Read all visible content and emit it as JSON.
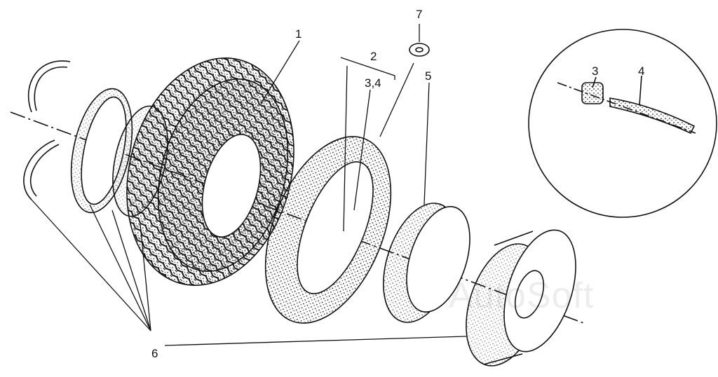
{
  "title": "Wheel and tyre exploded view",
  "callouts": {
    "c1": "1",
    "c2": "2",
    "c34": "3,4",
    "c3": "3",
    "c4": "4",
    "c5": "5",
    "c6": "6",
    "c7": "7"
  },
  "watermark": "AutoSoft",
  "colors": {
    "ink": "#111111",
    "paper": "#ffffff"
  }
}
